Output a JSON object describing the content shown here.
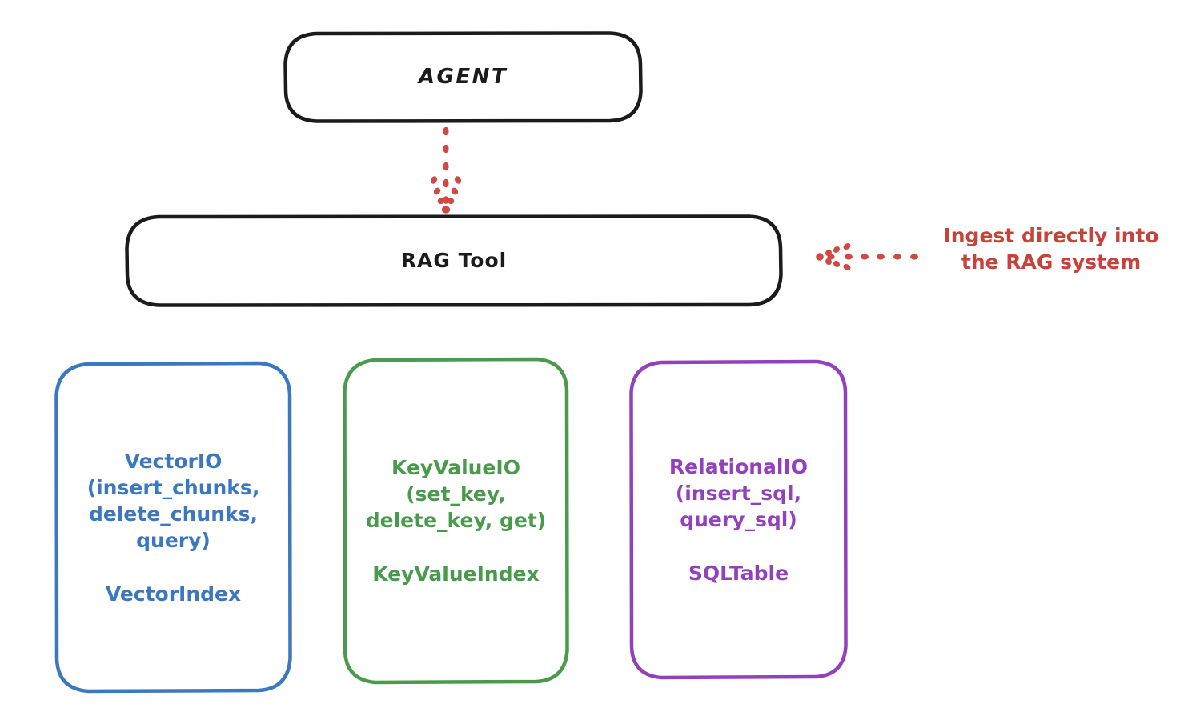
{
  "diagram": {
    "title_node": {
      "label": "AGENT",
      "color": "#1b1b1b"
    },
    "tool_node": {
      "label": "RAG Tool",
      "color": "#1b1b1b"
    },
    "providers": [
      {
        "id": "vector",
        "api": "VectorIO\n(insert_chunks,\ndelete_chunks,\nquery)",
        "index": "VectorIndex",
        "color": "#3c78bf"
      },
      {
        "id": "keyvalue",
        "api": "KeyValueIO\n(set_key,\ndelete_key, get)",
        "index": "KeyValueIndex",
        "color": "#4a9a4d"
      },
      {
        "id": "relational",
        "api": "RelationalIO\n(insert_sql,\nquery_sql)",
        "index": "SQLTable",
        "color": "#9340bd"
      }
    ],
    "annotation": {
      "text": "Ingest directly into\nthe RAG system",
      "color": "#c8423c"
    },
    "connectors": [
      {
        "name": "agent-to-ragtool",
        "style": "dotted",
        "direction": "down",
        "color": "#cf4a42"
      },
      {
        "name": "annotation-to-ragtool",
        "style": "dotted",
        "direction": "left",
        "color": "#cf4a42"
      }
    ]
  }
}
